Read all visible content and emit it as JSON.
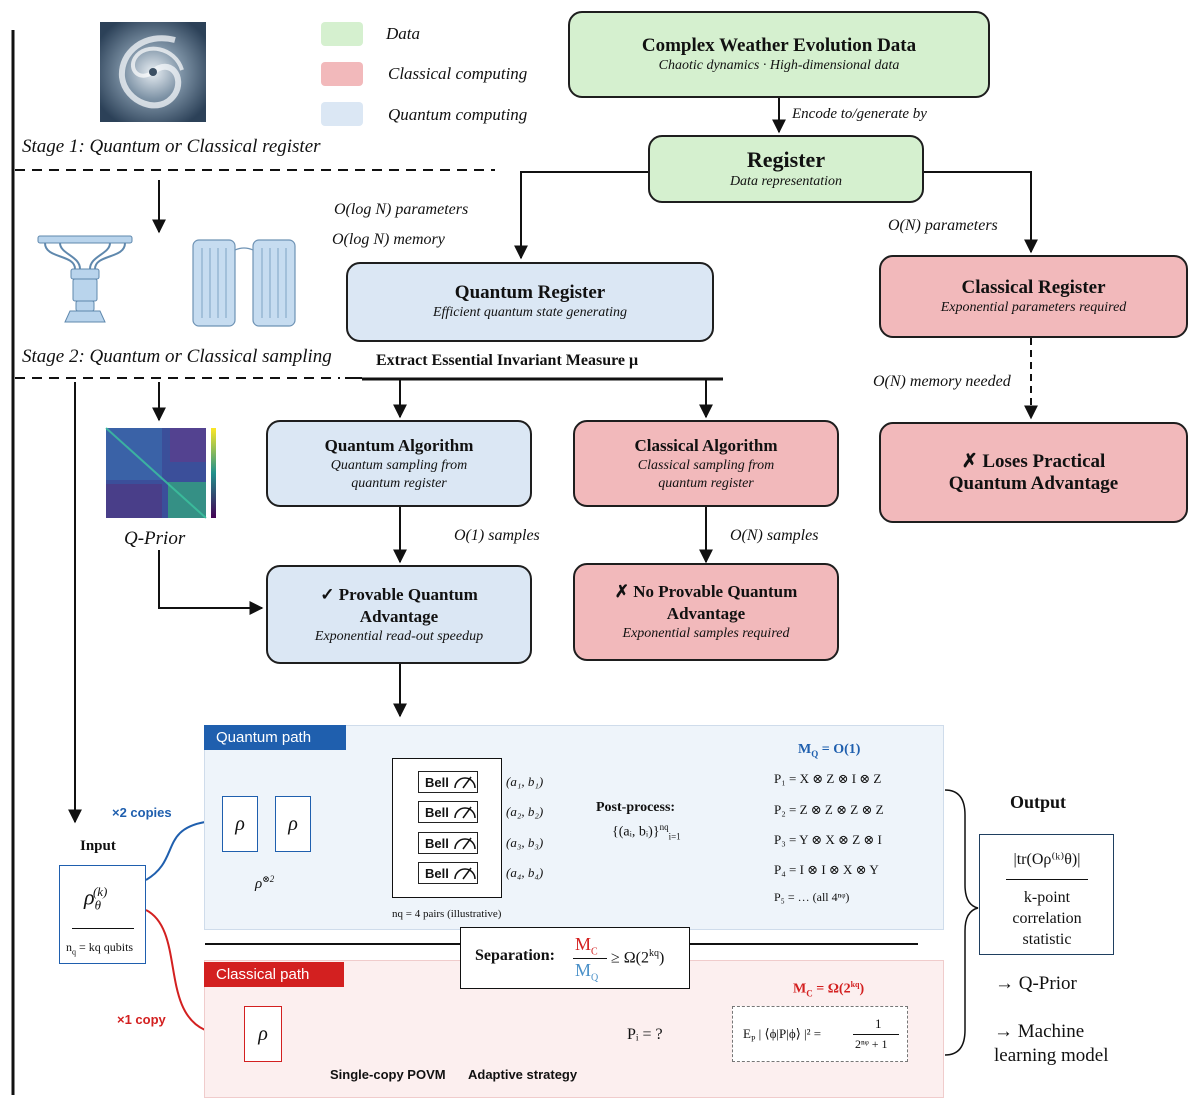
{
  "legend": {
    "data": "Data",
    "classical": "Classical computing",
    "quantum": "Quantum computing",
    "colors": {
      "data": "#d5f0cf",
      "classical": "#f2b9bb",
      "quantum": "#dbe7f4"
    }
  },
  "stages": {
    "stage1": "Stage 1: Quantum or Classical register",
    "stage2": "Stage 2: Quantum or Classical sampling",
    "qprior": "Q-Prior"
  },
  "boxes": {
    "weather": {
      "title": "Complex Weather Evolution Data",
      "sub": "Chaotic dynamics · High-dimensional data"
    },
    "register": {
      "title": "Register",
      "sub": "Data representation"
    },
    "qreg": {
      "title": "Quantum Register",
      "sub": "Efficient quantum state generating"
    },
    "creg": {
      "title": "Classical Register",
      "sub": "Exponential parameters required"
    },
    "loses": {
      "title": "✗ Loses Practical Quantum Advantage"
    },
    "qalg": {
      "title": "Quantum Algorithm",
      "sub": "Quantum sampling from quantum register"
    },
    "calg": {
      "title": "Classical Algorithm",
      "sub": "Classical sampling from quantum register"
    },
    "provable": {
      "title": "✓ Provable Quantum Advantage",
      "sub": "Exponential read-out speedup"
    },
    "noprov": {
      "title": "✗ No Provable Quantum Advantage",
      "sub": "Exponential samples required"
    }
  },
  "labels": {
    "encode": "Encode to/generate by",
    "logn_params": "O(log N) parameters",
    "logn_mem": "O(log N) memory",
    "n_params": "O(N) parameters",
    "n_mem": "O(N) memory needed",
    "extract": "Extract Essential Invariant Measure μ",
    "o1": "O(1) samples",
    "on": "O(N) samples"
  },
  "bottom": {
    "quantum_path": "Quantum path",
    "classical_path": "Classical path",
    "copies2": "×2 copies",
    "copies1": "×1 copy",
    "input": "Input",
    "nq_kq": "n",
    "nq_kq_sub": "q",
    "nq_kq_rest": " = kq qubits",
    "rho": "ρ",
    "bell": "Bell",
    "pairs": [
      "(a₁, b₁)",
      "(a₂, b₂)",
      "(a₃, b₃)",
      "(a₄, b₄)"
    ],
    "nq_pairs": "nq = 4 pairs (illustrative)",
    "postprocess": "Post-process:",
    "postset": "{(aᵢ, bᵢ)}",
    "mq": "M",
    "mq_sub": "Q",
    "mq_val": " = O(1)",
    "paulis": [
      "P₁ = X ⊗ Z ⊗ I ⊗ Z",
      "P₂ = Z ⊗ Z ⊗ Z ⊗ Z",
      "P₃ = Y ⊗ X ⊗ Z ⊗ I",
      "P₄ = I ⊗ I ⊗ X ⊗ Y",
      "P₅ = … (all 4ⁿᵠ)"
    ],
    "separation": "Separation:",
    "sep_bound": "≥ Ω(2",
    "sep_exp": "kq",
    "mc": "M",
    "mc_sub": "C",
    "mc_val": " = Ω(2",
    "mc_exp": "kq",
    "povm": "Single-copy POVM",
    "adaptive": "Adaptive strategy",
    "pi": "Pᵢ = ?",
    "ep": "E",
    "ep_sub": "P",
    "ep_rest": " | ⟨ϕ|P|ϕ⟩ |² =",
    "frac_num": "1",
    "frac_den": "2ⁿᵠ + 1",
    "output": "Output",
    "tr": "|tr(Oρ⁽ᵏ⁾θ)|",
    "kpoint": "k-point correlation statistic",
    "to_qprior": "→ Q-Prior",
    "to_ml": "→ Machine learning model"
  }
}
